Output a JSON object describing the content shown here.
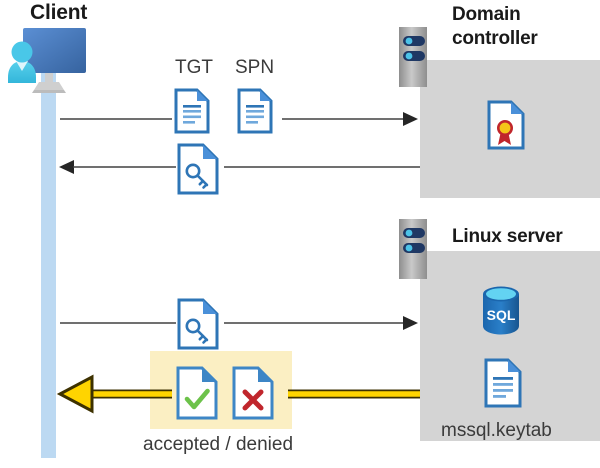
{
  "diagram": {
    "title_client": "Client",
    "title_domain_controller": "Domain\ncontroller",
    "title_linux_server": "Linux server"
  },
  "client": {
    "label": "Client",
    "icon": "user-monitor-icon",
    "lifeline_color": "#bcd9f2"
  },
  "domain_controller": {
    "label_line1": "Domain",
    "label_line2": "controller",
    "server_icon": "server-rack-icon",
    "panel_color": "#d4d4d4",
    "contents": [
      {
        "icon": "certificate-document-icon",
        "label": ""
      }
    ]
  },
  "linux_server": {
    "label": "Linux server",
    "server_icon": "server-rack-icon",
    "panel_color": "#d4d4d4",
    "contents": [
      {
        "icon": "sql-database-icon",
        "label": "SQL"
      },
      {
        "icon": "keytab-document-icon",
        "label": "mssql.keytab"
      }
    ]
  },
  "flows": [
    {
      "id": "request-tgt-spn",
      "direction": "right",
      "from": "client",
      "to": "domain_controller",
      "artifacts": [
        {
          "label": "TGT",
          "icon": "document-lines-icon"
        },
        {
          "label": "SPN",
          "icon": "document-lines-icon"
        }
      ]
    },
    {
      "id": "issue-service-ticket",
      "direction": "left",
      "from": "domain_controller",
      "to": "client",
      "artifacts": [
        {
          "label": "",
          "icon": "document-key-icon"
        }
      ]
    },
    {
      "id": "present-ticket",
      "direction": "right",
      "from": "client",
      "to": "linux_server",
      "artifacts": [
        {
          "label": "",
          "icon": "document-key-icon"
        }
      ]
    },
    {
      "id": "auth-result",
      "direction": "left",
      "from": "linux_server",
      "to": "client",
      "highlighted": true,
      "arrow_color": "#ffd400",
      "result_label": "accepted / denied",
      "artifacts": [
        {
          "label": "accepted",
          "icon": "document-check-icon"
        },
        {
          "label": "denied",
          "icon": "document-x-icon"
        }
      ]
    }
  ],
  "labels": {
    "tgt": "TGT",
    "spn": "SPN",
    "accepted_denied": "accepted / denied",
    "mssql_keytab": "mssql.keytab",
    "sql": "SQL"
  },
  "colors": {
    "panel_gray": "#d4d4d4",
    "lifeline_blue": "#bcd9f2",
    "doc_blue": "#2e75b6",
    "doc_fold": "#4a90d9",
    "highlight_yellow": "#fbefc3",
    "gold_arrow": "#ffd400",
    "gold_arrow_edge": "#3d3100",
    "check_green": "#6cc24a",
    "x_red": "#c0262c",
    "seal_gold": "#f5c518",
    "seal_red": "#c0262c",
    "sql_blue": "#1b66ad",
    "sql_top": "#63d3f2",
    "server_gray": "#9a9a9a",
    "server_bar": "#1f3864",
    "server_dot": "#4cc3e8",
    "arrow_gray": "#404040",
    "text_dark": "#1a1a1a",
    "text_gray": "#3b3b3b"
  }
}
